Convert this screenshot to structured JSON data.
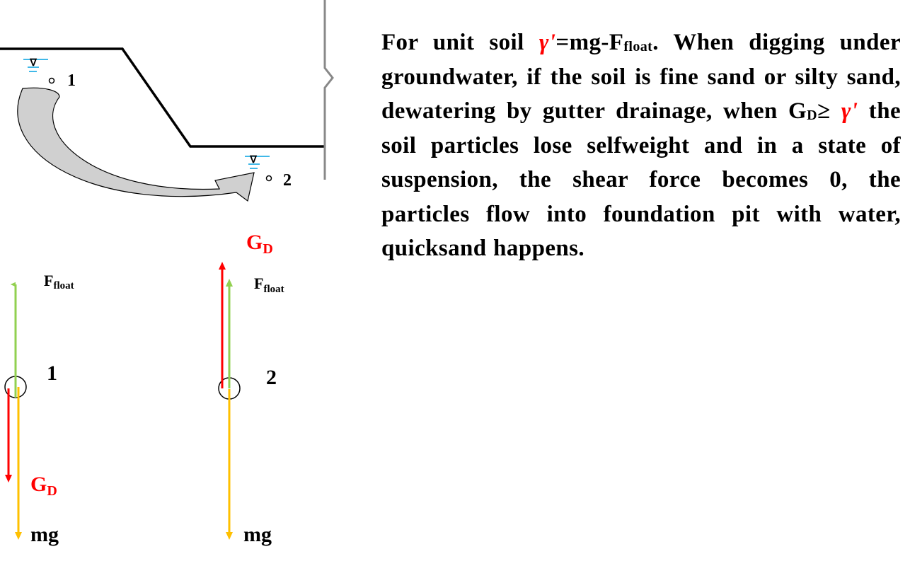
{
  "diagram": {
    "point1_label": "1",
    "point2_label": "2",
    "water_symbol": "∇",
    "left_particle": {
      "label": "1",
      "f_base": "F",
      "f_sub": "float",
      "g_base": "G",
      "g_sub": "D",
      "mg": "mg"
    },
    "right_particle": {
      "label": "2",
      "f_base": "F",
      "f_sub": "float",
      "g_base": "G",
      "g_sub": "D",
      "mg": "mg"
    },
    "colors": {
      "buoyancy": "#92d050",
      "seepage": "#ff0000",
      "gravity": "#ffc000",
      "flow_fill": "#d0d0d0",
      "water": "#00a0e0"
    }
  },
  "description": {
    "s1": "For unit soil ",
    "gamma": "γ'",
    "s2": "=mg-F",
    "s2_sub": "float",
    "s3": ". When digging under groundwater, if the soil is fine sand or silty sand, dewatering by gutter drainage, when G",
    "s3_sub": "D",
    "s4": "≥ ",
    "gamma2": "γ'",
    "s5": " the soil particles lose selfweight and in a state of suspension, the shear force becomes 0, the particles flow into foundation pit with water, quicksand happens."
  }
}
